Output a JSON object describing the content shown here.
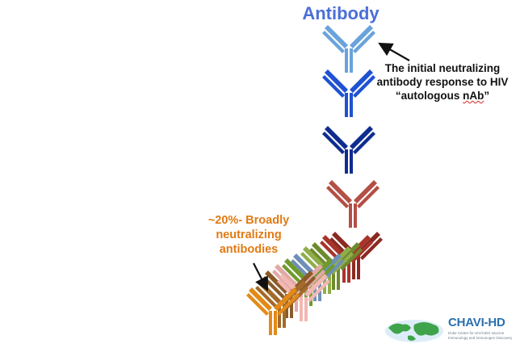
{
  "title": "Antibody",
  "annotation_right": {
    "line1": "The initial neutralizing",
    "line2": "antibody response to HIV",
    "line3_pre": "“autologous ",
    "line3_sq": "nAb",
    "line3_post": "”"
  },
  "annotation_left": {
    "line1": "~20%- Broadly",
    "line2": "neutralizing",
    "line3": "antibodies"
  },
  "logo": {
    "name": "CHAVI-HD",
    "tagline": "Duke Center for HIV/AIDS Vaccine Immunology and Immunogen Discovery"
  },
  "antibodies": [
    {
      "id": "light-blue",
      "color": "#6aa3dc"
    },
    {
      "id": "medium-blue",
      "color": "#1f52d2"
    },
    {
      "id": "dark-blue",
      "color": "#0f2d8f"
    },
    {
      "id": "red",
      "color": "#b44f45"
    }
  ],
  "cluster_colors": [
    "#8a2a22",
    "#a8342c",
    "#6e8a2e",
    "#8fae4a",
    "#6d8fb8",
    "#6f9a2e",
    "#e3a9a6",
    "#8b5a28",
    "#f2b8b3",
    "#a36a2a",
    "#e28a18"
  ]
}
